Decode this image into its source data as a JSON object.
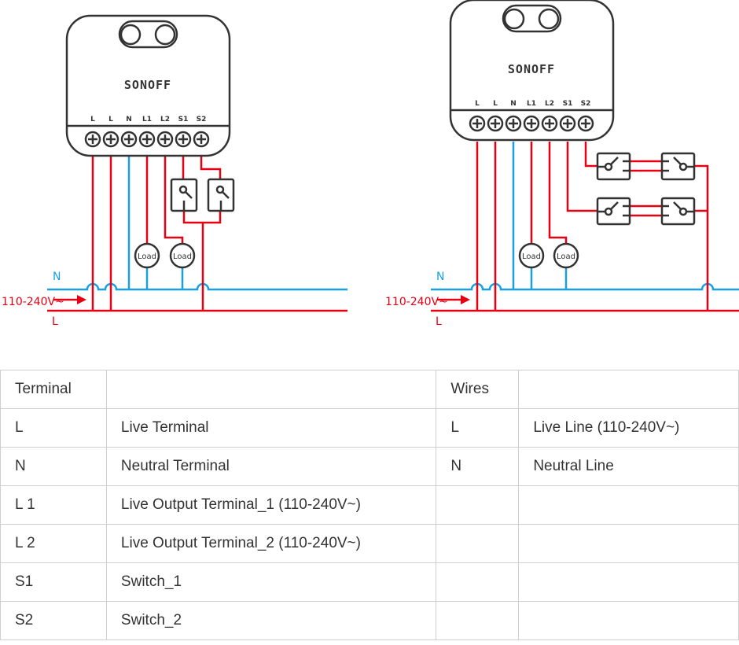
{
  "diagram": {
    "brand": "SONOFF",
    "terminals": [
      "L",
      "L",
      "N",
      "L1",
      "L2",
      "S1",
      "S2"
    ],
    "load_label": "Load",
    "neutral_label": "N",
    "live_label": "L",
    "voltage_label": "110-240V~",
    "colors": {
      "live": "#e60012",
      "neutral": "#1aa0e0",
      "device": "#333333"
    }
  },
  "table": {
    "headers": [
      "Terminal",
      "",
      "Wires",
      ""
    ],
    "rows": [
      [
        "L",
        "Live Terminal",
        "L",
        "Live Line (110-240V~)"
      ],
      [
        "N",
        "Neutral Terminal",
        "N",
        "Neutral Line"
      ],
      [
        "L 1",
        "Live Output Terminal_1 (110-240V~)",
        "",
        ""
      ],
      [
        "L 2",
        "Live Output Terminal_2 (110-240V~)",
        "",
        ""
      ],
      [
        "S1",
        "Switch_1",
        "",
        ""
      ],
      [
        "S2",
        "Switch_2",
        "",
        ""
      ]
    ]
  }
}
